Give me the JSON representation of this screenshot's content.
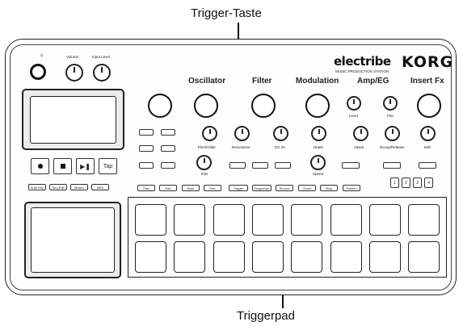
{
  "callouts": {
    "top": "Trigger-Taste",
    "bottom": "Triggerpad"
  },
  "brand": {
    "product": "electribe",
    "tagline": "MUSIC PRODUCTION STATION",
    "maker": "KORG"
  },
  "top_controls": {
    "power": "⏻",
    "volume": "Volume",
    "input_level": "Input Level"
  },
  "sections": [
    "Oscillator",
    "Filter",
    "Modulation",
    "Amp/EG",
    "Insert Fx"
  ],
  "small_knob_labels": {
    "amp_left": "Level",
    "amp_right": "Pan"
  },
  "knob_row_labels": [
    "Pitch/Glide",
    "Resonance",
    "EG Int",
    "Depth",
    "Attack",
    "Decay/Release",
    "Edit"
  ],
  "second_row_labels": [
    "Edit",
    "Speed"
  ],
  "transport": {
    "tap": "Tap"
  },
  "left_buttons": [
    "Auto Key",
    "Seq Edit",
    "Motion",
    "MIDI"
  ],
  "part_buttons": [
    "Part",
    "Part",
    "Mute",
    "Part",
    "Trigger",
    "Sequence",
    "Record",
    "Chord",
    "Step",
    "Pattern"
  ],
  "right_numbers": [
    "1",
    "2",
    "3",
    "4"
  ]
}
